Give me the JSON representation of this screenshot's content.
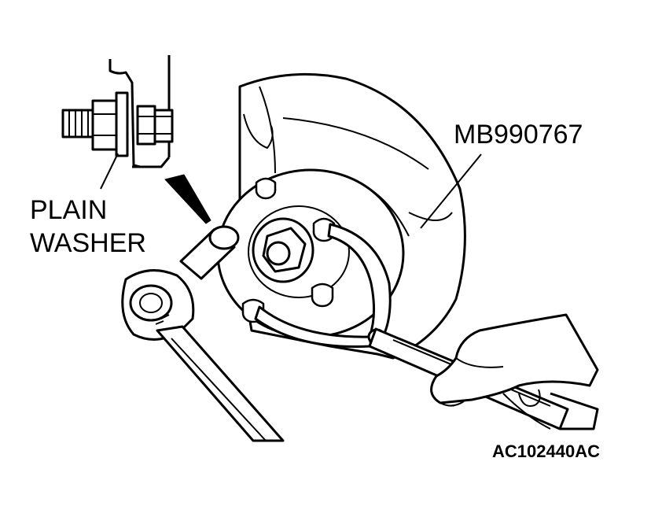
{
  "callouts": {
    "washer_line1": "PLAIN",
    "washer_line2": "WASHER",
    "tool_number": "MB990767"
  },
  "figure_id": "AC102440AC",
  "colors": {
    "ink": "#000000",
    "paper": "#ffffff"
  },
  "icons": [
    "bolt-detail-icon",
    "hub-assembly-icon",
    "ratchet-wrench-icon",
    "hand-icon"
  ]
}
